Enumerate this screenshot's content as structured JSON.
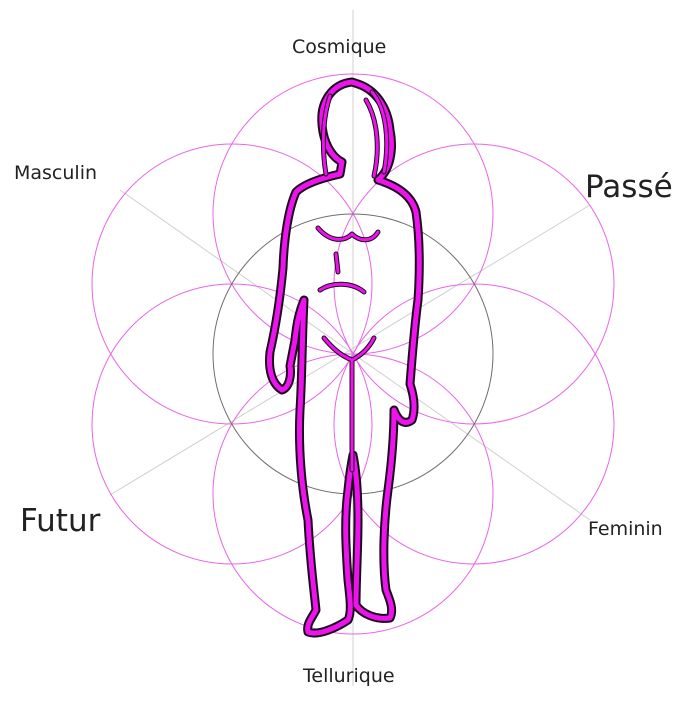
{
  "labels": {
    "top": "Cosmique",
    "bottom": "Tellurique",
    "upper_left": "Masculin",
    "upper_right": "Passé",
    "lower_left": "Futur",
    "lower_right": "Feminin"
  },
  "colors": {
    "circle_stroke": "#e766e7",
    "center_circle_stroke": "#6e6e6e",
    "ray_stroke": "#d0d0d0",
    "figure_outer": "#1a0c1a",
    "figure_inner": "#ec13ec",
    "label_text": "#222222"
  }
}
